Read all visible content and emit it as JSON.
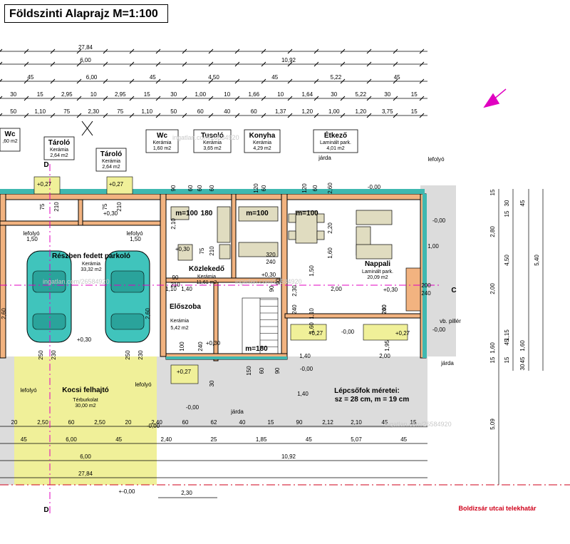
{
  "title": "Földszinti Alaprajz  M=1:100",
  "colors": {
    "wall": "#f2b380",
    "teal": "#3fb8b0",
    "car": "#40c4bc",
    "yellow": "#f0f099",
    "gray": "#dcdcdc",
    "red": "#d0021b",
    "magenta": "#e000c0"
  },
  "dims_top": {
    "r1": [
      "27,84"
    ],
    "r2": [
      "6,00",
      "10,92"
    ],
    "r3": [
      "45",
      "6,00",
      "45",
      "4,50",
      "45",
      "5,22",
      "45"
    ],
    "r4": [
      "30",
      "15",
      "2,95",
      "10",
      "2,95",
      "15",
      "30",
      "1,00",
      "10",
      "1,66",
      "10",
      "1,64",
      "30",
      "5,22",
      "30",
      "15"
    ],
    "r5": [
      "50",
      "1,10",
      "75",
      "2,30",
      "75",
      "1,10",
      "50",
      "60",
      "40",
      "60",
      "1,37",
      "1,20",
      "1,00",
      "1,20",
      "3,75",
      "15"
    ]
  },
  "dims_bottom": {
    "r1": [
      "20",
      "2,50",
      "60",
      "2,50",
      "20",
      "2,40",
      "60",
      "62",
      "40",
      "15",
      "90",
      "2,12",
      "2,10",
      "45",
      "15"
    ],
    "r2": [
      "45",
      "6,00",
      "45",
      "2,40",
      "25",
      "1,85",
      "45",
      "5,07",
      "45"
    ],
    "r3": [
      "6,00",
      "10,92"
    ],
    "r4": [
      "27,84"
    ],
    "r5": [
      "2,30"
    ]
  },
  "dims_right": [
    "15",
    "2,80",
    "30",
    "15",
    "4,50",
    "45",
    "5,40",
    "2,00",
    "1,60",
    "15",
    "1,15",
    "45",
    "1,60",
    "15",
    "30",
    "45",
    "5,09"
  ],
  "rooms": {
    "wc1": {
      "name": "Wc",
      "mat": "Kerámia",
      "area": "1,60 m2"
    },
    "wc1_cut": {
      "name": "Wc",
      "area": ",60 m2"
    },
    "tarolo1": {
      "name": "Tároló",
      "mat": "Kerámia",
      "area": "2,64 m2"
    },
    "tarolo2": {
      "name": "Tároló",
      "mat": "Kerámia",
      "area": "2,64 m2"
    },
    "tusolo": {
      "name": "Tusoló",
      "mat": "Kerámia",
      "area": "3,65 m2"
    },
    "konyha": {
      "name": "Konyha",
      "mat": "Kerámia",
      "area": "4,29 m2"
    },
    "etkezo": {
      "name": "Étkező",
      "mat": "Laminált park.",
      "area": "4,01 m2"
    },
    "parking": {
      "name": "Részben fedett parkoló",
      "mat": "Kerámia",
      "area": "33,32 m2"
    },
    "kozlekedo": {
      "name": "Közlekedő",
      "mat": "Kerámia",
      "area": "11,61 m2"
    },
    "nappali": {
      "name": "Nappali",
      "mat": "Laminált park.",
      "area": "20,09 m2"
    },
    "eloszoba": {
      "name": "Előszoba",
      "mat": "Kerámia",
      "area": "5,42 m2"
    },
    "felhajto": {
      "name": "Kocsi felhajtó",
      "mat": "Térburkolat",
      "area": "30,00 m2"
    }
  },
  "labels": {
    "jarda": "járda",
    "lefolyo": "lefolyó",
    "vb_piller": "vb. pillér",
    "lepcso_title": "Lépcsőfok méretei:",
    "lepcso_vals": "sz = 28 cm, m = 19 cm",
    "telekhatar": "Boldizsár utcai telekhatár",
    "m100": "m=100",
    "m180": "m=180",
    "plus030": "+0,30",
    "plus027": "+0,27",
    "minus000": "-0,00",
    "pm000": "+-0,00",
    "section_c": "C",
    "section_d": "D",
    "watermark": "ingatlan.com/26584920"
  },
  "inner_dims": [
    "75",
    "210",
    "75",
    "210",
    "1,50",
    "1,50",
    "2,60",
    "2,60",
    "90",
    "210",
    "75",
    "210",
    "320",
    "240",
    "2,20",
    "1,40",
    "1,10",
    "2,00",
    "1,00",
    "200",
    "240",
    "2,30",
    "90",
    "240",
    "200",
    "240",
    "250",
    "230",
    "250",
    "230",
    "100",
    "240",
    "150",
    "60",
    "1,40",
    "2,00",
    "1,40",
    "30",
    "60",
    "90",
    "60",
    "60",
    "120",
    "60",
    "120",
    "60",
    "2,60",
    "1,60",
    "2,10",
    "1,50",
    "1,10",
    "90",
    "90",
    "1,60",
    "1,95"
  ]
}
